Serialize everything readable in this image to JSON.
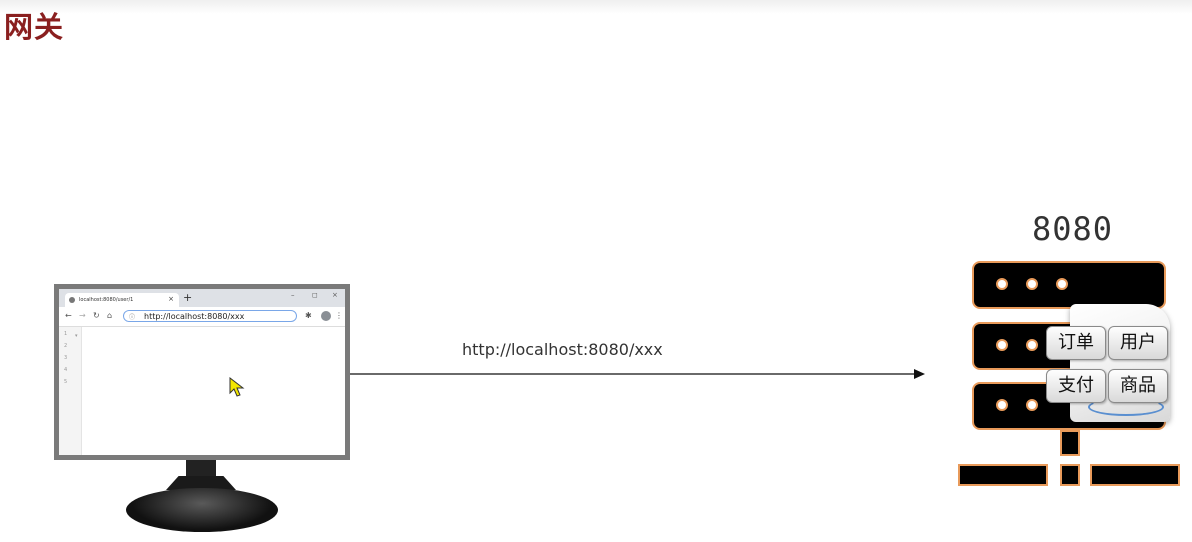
{
  "title": "网关",
  "browser": {
    "tab_title": "localhost:8080/user/1",
    "tab_close": "×",
    "new_tab": "+",
    "win_minimize": "–",
    "win_maximize": "◻",
    "win_close": "×",
    "address": "http://localhost:8080/xxx",
    "line_numbers": [
      "1",
      "2",
      "3",
      "4",
      "5"
    ]
  },
  "connection": {
    "url_label": "http://localhost:8080/xxx"
  },
  "server": {
    "port_label": "8080",
    "services": [
      "订单",
      "用户",
      "支付",
      "商品"
    ]
  },
  "colors": {
    "title": "#8a1f1f",
    "server_outline": "#e89a5a",
    "cursor": "#f2e600"
  }
}
